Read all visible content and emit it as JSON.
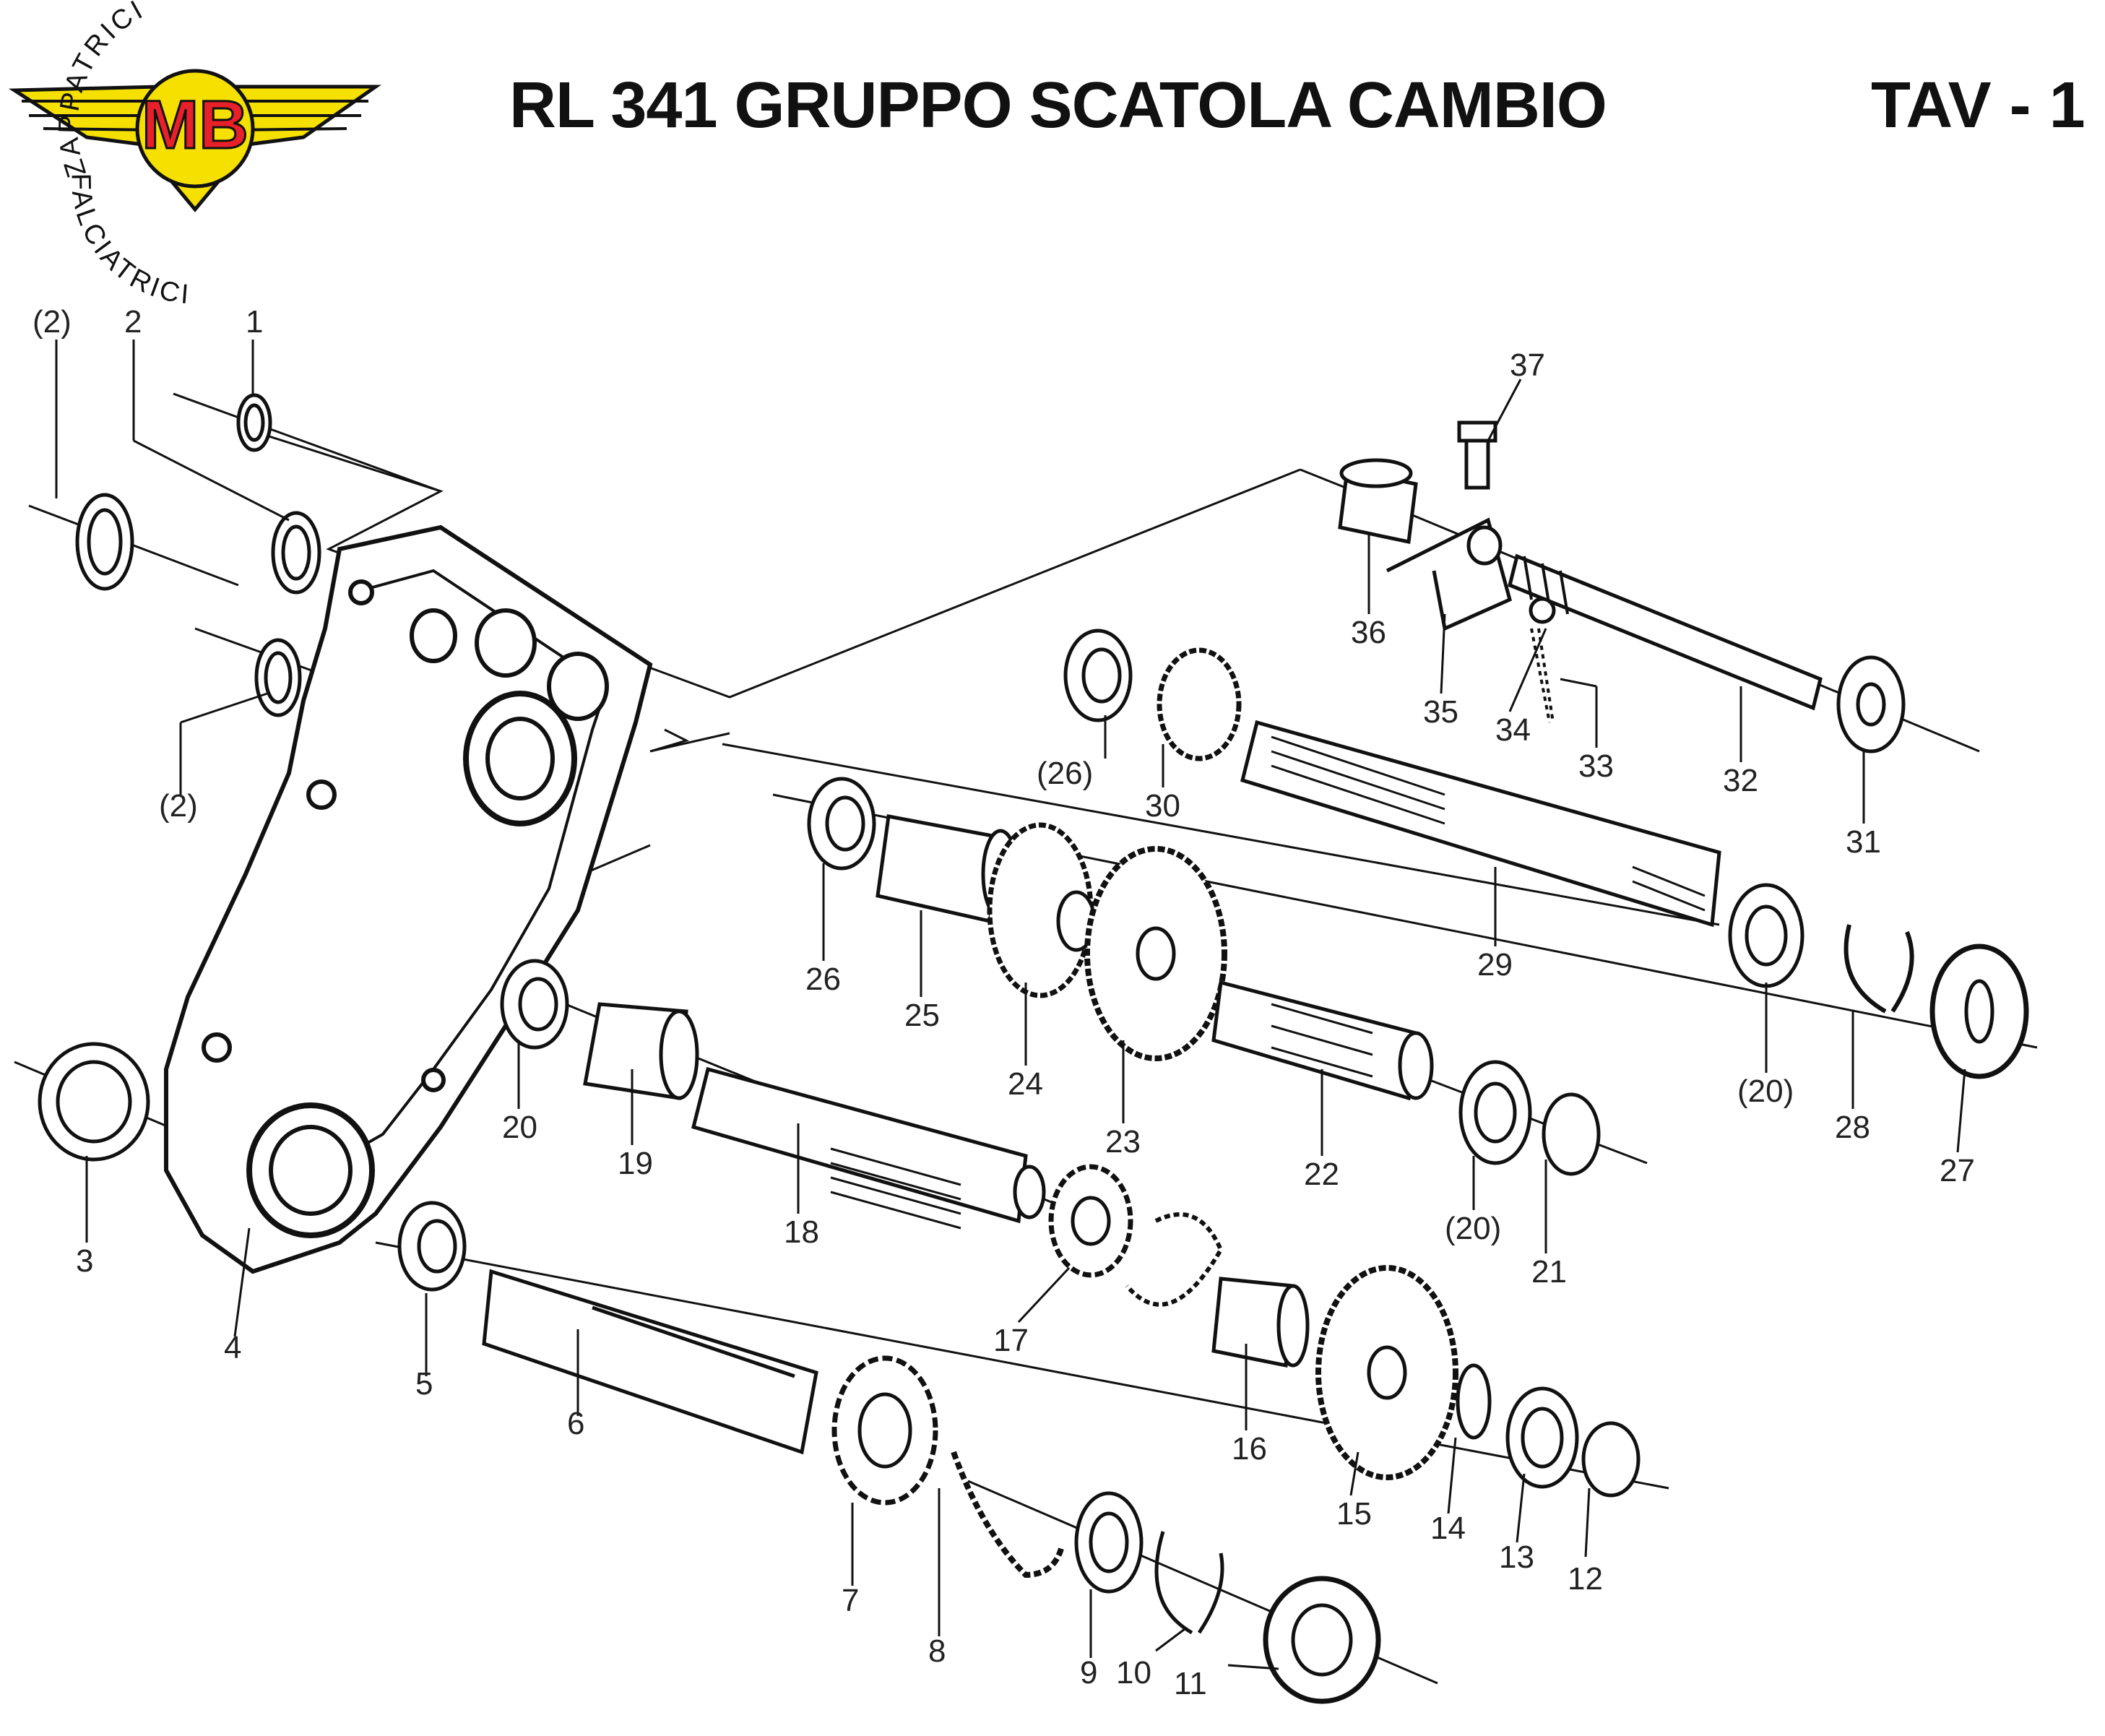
{
  "header": {
    "title": "RL 341  GRUPPO SCATOLA CAMBIO",
    "table": "TAV - 1"
  },
  "logo": {
    "text_top": "ZAPPATRICI",
    "text_bottom": "FALCIATRICI",
    "initials": "MB",
    "colors": {
      "wing": "#f5e000",
      "initials": "#e8202a",
      "outline": "#111111"
    }
  },
  "part_labels": [
    "(2)",
    "2",
    "1",
    "(2)",
    "3",
    "4",
    "5",
    "6",
    "7",
    "8",
    "9",
    "10",
    "11",
    "12",
    "13",
    "14",
    "15",
    "16",
    "17",
    "18",
    "19",
    "20",
    "21",
    "(20)",
    "22",
    "23",
    "24",
    "25",
    "26",
    "(26)",
    "30",
    "29",
    "(20)",
    "28",
    "27",
    "31",
    "32",
    "33",
    "34",
    "35",
    "36",
    "37"
  ]
}
